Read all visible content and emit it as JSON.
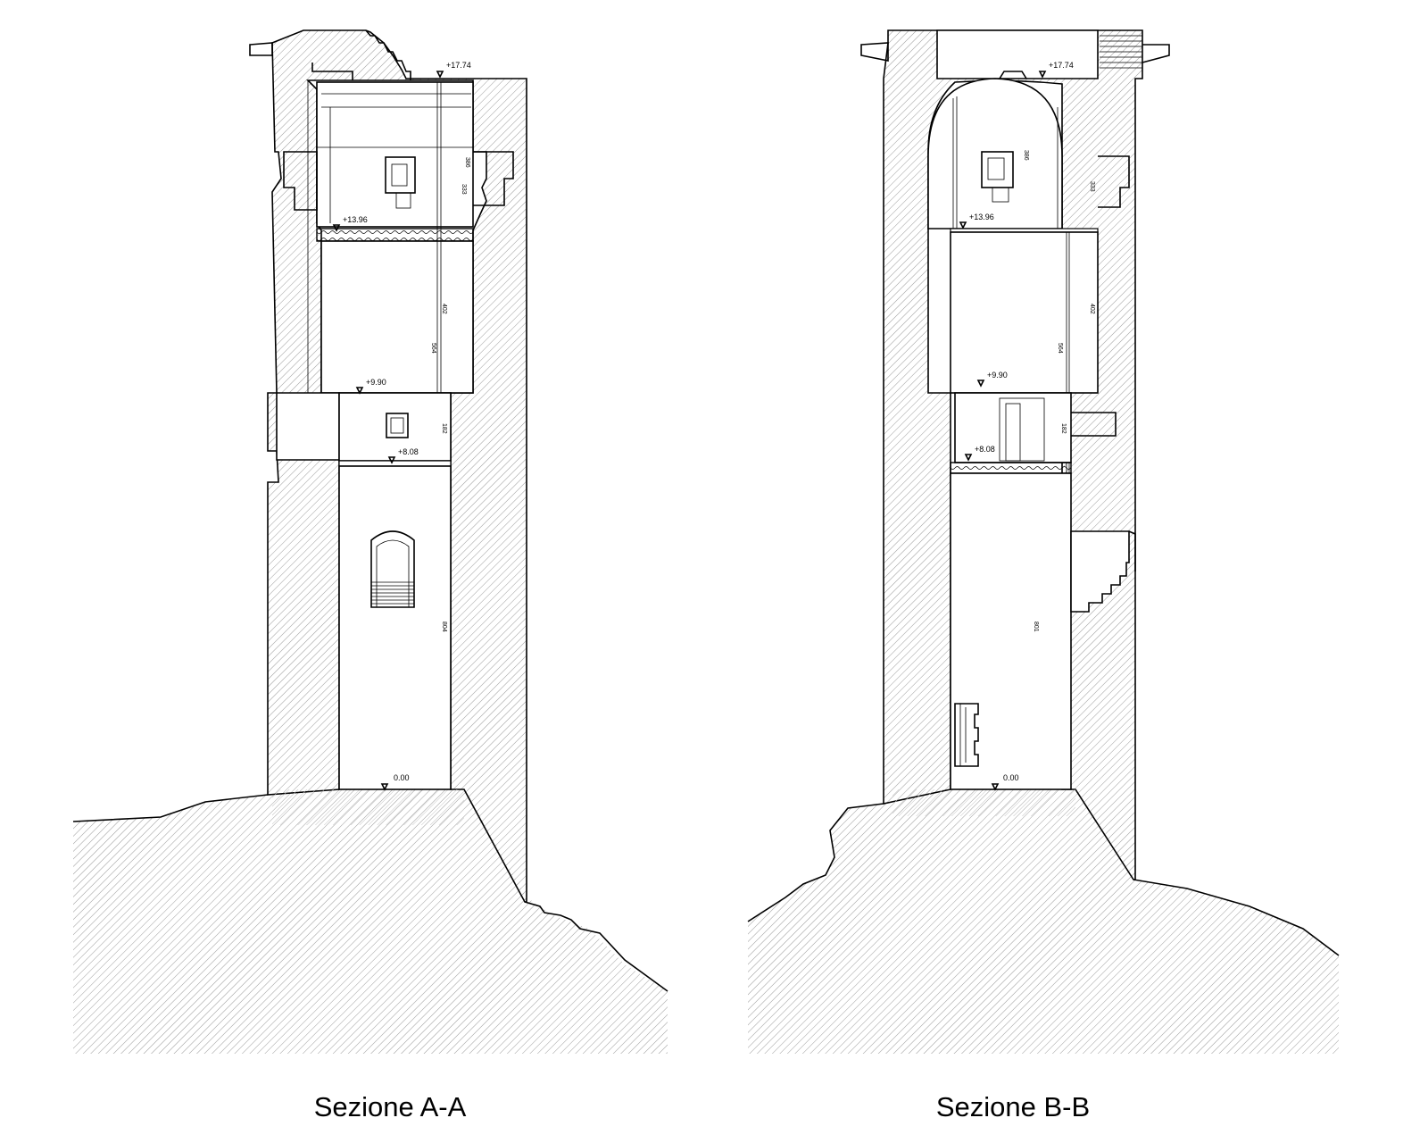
{
  "sections": [
    {
      "id": "A-A",
      "caption": "Sezione A-A",
      "levels": [
        "+17.74",
        "+13.96",
        "+9.90",
        "+8.08",
        "0.00"
      ],
      "dimensions": [
        "386",
        "333",
        "402",
        "564",
        "182",
        "804"
      ]
    },
    {
      "id": "B-B",
      "caption": "Sezione B-B",
      "levels": [
        "+17.74",
        "+13.96",
        "+9.90",
        "+8.08",
        "0.00"
      ],
      "dimensions": [
        "386",
        "333",
        "402",
        "564",
        "182",
        "801"
      ]
    }
  ],
  "colors": {
    "line": "#000000",
    "background": "#ffffff",
    "hatch": "#9a9a9a"
  }
}
